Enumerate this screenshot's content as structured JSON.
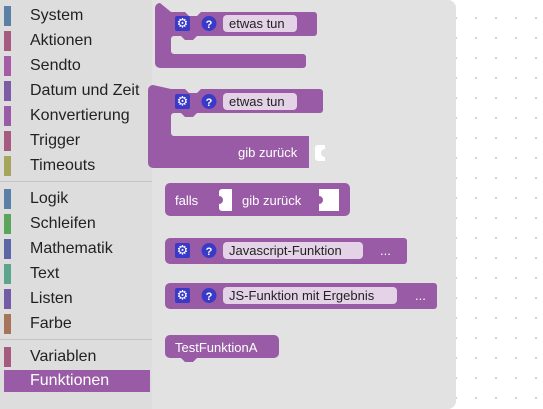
{
  "toolbox": {
    "categories": [
      {
        "label": "System",
        "color": "#5b80a5"
      },
      {
        "label": "Aktionen",
        "color": "#a55b80"
      },
      {
        "label": "Sendto",
        "color": "#a55ba5"
      },
      {
        "label": "Datum und Zeit",
        "color": "#7e5ba5"
      },
      {
        "label": "Konvertierung",
        "color": "#995ba5"
      },
      {
        "label": "Trigger",
        "color": "#a55b80"
      },
      {
        "label": "Timeouts",
        "color": "#a5a55b"
      },
      {
        "label": "Logik",
        "color": "#5b80a5"
      },
      {
        "label": "Schleifen",
        "color": "#5ba55b"
      },
      {
        "label": "Mathematik",
        "color": "#5b67a5"
      },
      {
        "label": "Text",
        "color": "#5ba58c"
      },
      {
        "label": "Listen",
        "color": "#745ba5"
      },
      {
        "label": "Farbe",
        "color": "#a5745b"
      },
      {
        "label": "Variablen",
        "color": "#a55b80"
      },
      {
        "label": "Funktionen",
        "color": "#995ba5"
      }
    ],
    "selected": "Funktionen"
  },
  "flyout": {
    "block_color": "#995ba5",
    "blocks": {
      "procedure_noreturn": {
        "name": "etwas tun"
      },
      "procedure_return": {
        "name": "etwas tun",
        "return_label": "gib zurück"
      },
      "if_return": {
        "if_label": "falls",
        "return_label": "gib zurück"
      },
      "js_function": {
        "name": "Javascript-Funktion",
        "more": "..."
      },
      "js_function_return": {
        "name": "JS-Funktion mit Ergebnis",
        "more": "..."
      },
      "call_block": {
        "name": "TestFunktionA"
      }
    },
    "icons": {
      "gear": "gear-icon",
      "help": "?"
    }
  }
}
